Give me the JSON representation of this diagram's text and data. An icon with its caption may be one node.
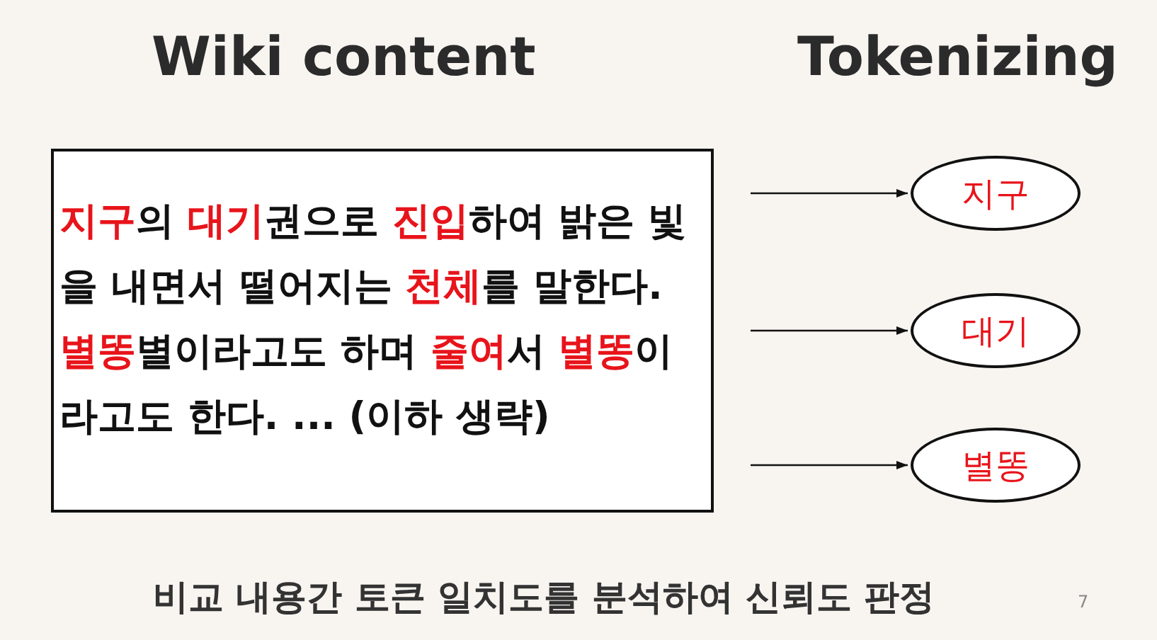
{
  "diagram": {
    "nodes": [
      {
        "text": [
          "**지구**의 **대기**권으로 **진입**하여 밝은 빛을 내면서 떨어지는 **천체**를 말한다. **별똥**별이라고도 하며 **줄여**서 **별똥**이라고도 한다. ... (이하 생략)"
        ]
      },
      {
        "text": [
          "지구"
        ]
      },
      {
        "text": [
          "대기"
        ]
      },
      {
        "text": [
          "별똥"
        ]
      }
    ],
    "edges": [
      {
        "from": null,
        "to": 1,
        "arrow": "to"
      },
      {
        "from": null,
        "to": 2,
        "arrow": "to"
      },
      {
        "from": null,
        "to": 3,
        "arrow": "to"
      }
    ],
    "labels": [
      "Wiki content",
      "Tokenizing",
      "비교 내용간 토큰 일치도를 분석하여 신뢰도 판정",
      "7"
    ]
  }
}
